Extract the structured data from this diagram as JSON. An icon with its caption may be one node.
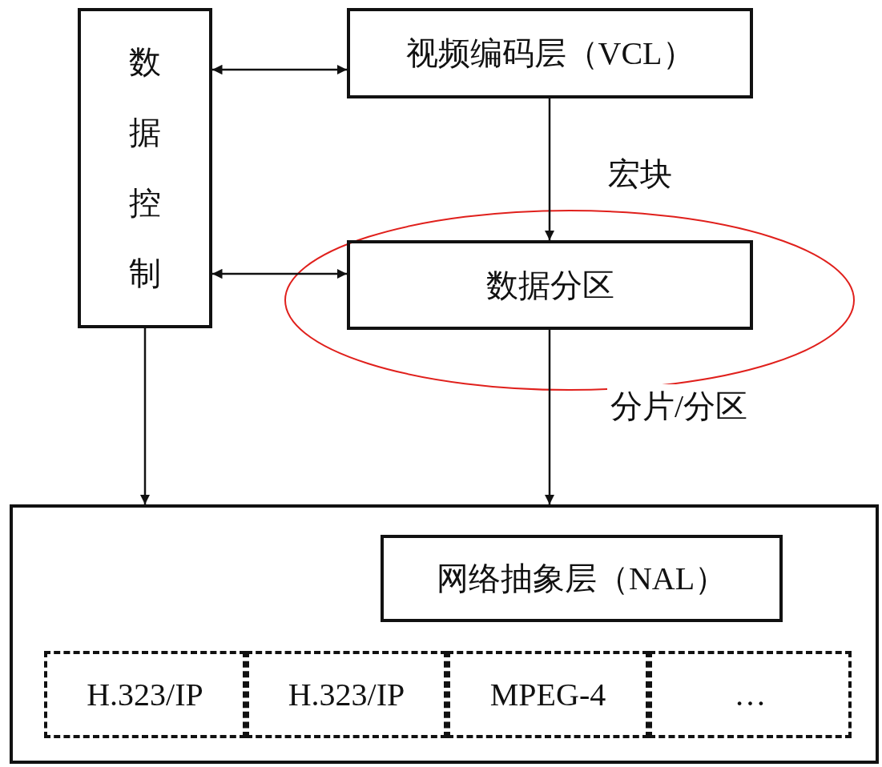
{
  "diagram": {
    "nodes": [
      {
        "text": [
          "数据控制"
        ]
      },
      {
        "text": [
          "视频编码层（VCL）"
        ]
      },
      {
        "text": [
          "数据分区"
        ]
      },
      {
        "text": [],
        "shape": "box"
      },
      {
        "text": [
          "网络抽象层（NAL）"
        ],
        "in": 3
      },
      {
        "text": [
          "H.323/IP"
        ],
        "in": 3
      },
      {
        "text": [
          "H.323/IP"
        ],
        "in": 3
      },
      {
        "text": [
          "MPEG-4"
        ],
        "in": 3
      },
      {
        "text": [
          "…"
        ],
        "in": 3
      }
    ],
    "edges": [
      {
        "from": 0,
        "to": 1,
        "arrow": "both"
      },
      {
        "from": 0,
        "to": 2,
        "arrow": "both"
      },
      {
        "from": 1,
        "to": 2,
        "arrow": "to",
        "label": "宏块"
      },
      {
        "from": 2,
        "to": 3,
        "arrow": "to",
        "label": "分片/分区"
      },
      {
        "from": 0,
        "to": 3,
        "arrow": "to"
      }
    ]
  }
}
